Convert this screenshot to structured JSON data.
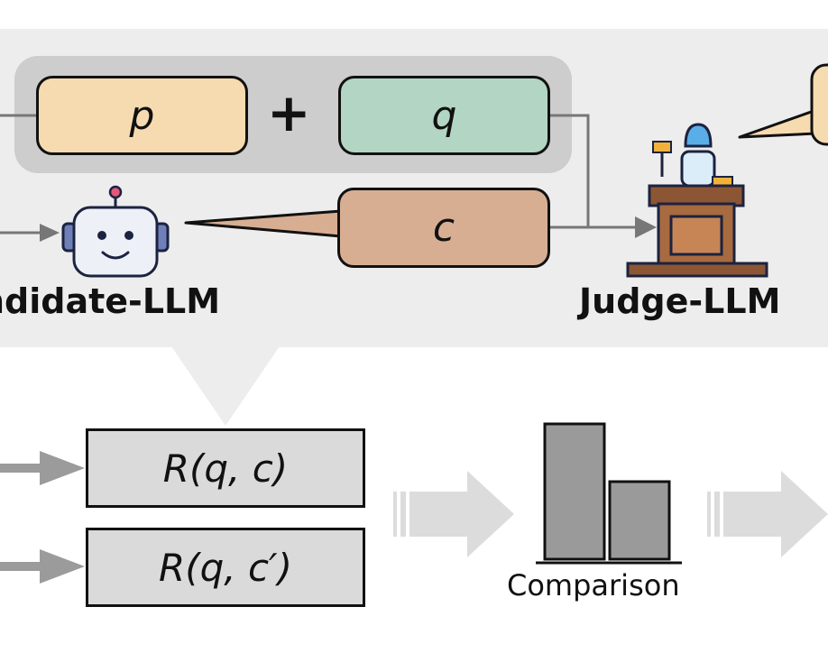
{
  "tokens": {
    "p": "p",
    "plus": "+",
    "q": "q",
    "c": "c"
  },
  "labels": {
    "candidate": "ndidate-LLM",
    "judge": "Judge-LLM"
  },
  "results": {
    "r1": "R(q, c)",
    "r2": "R(q, c′)"
  },
  "comparison": {
    "label": "Comparison"
  },
  "icons": [
    "robot-icon",
    "judge-podium-icon",
    "flow-arrow-icon"
  ]
}
